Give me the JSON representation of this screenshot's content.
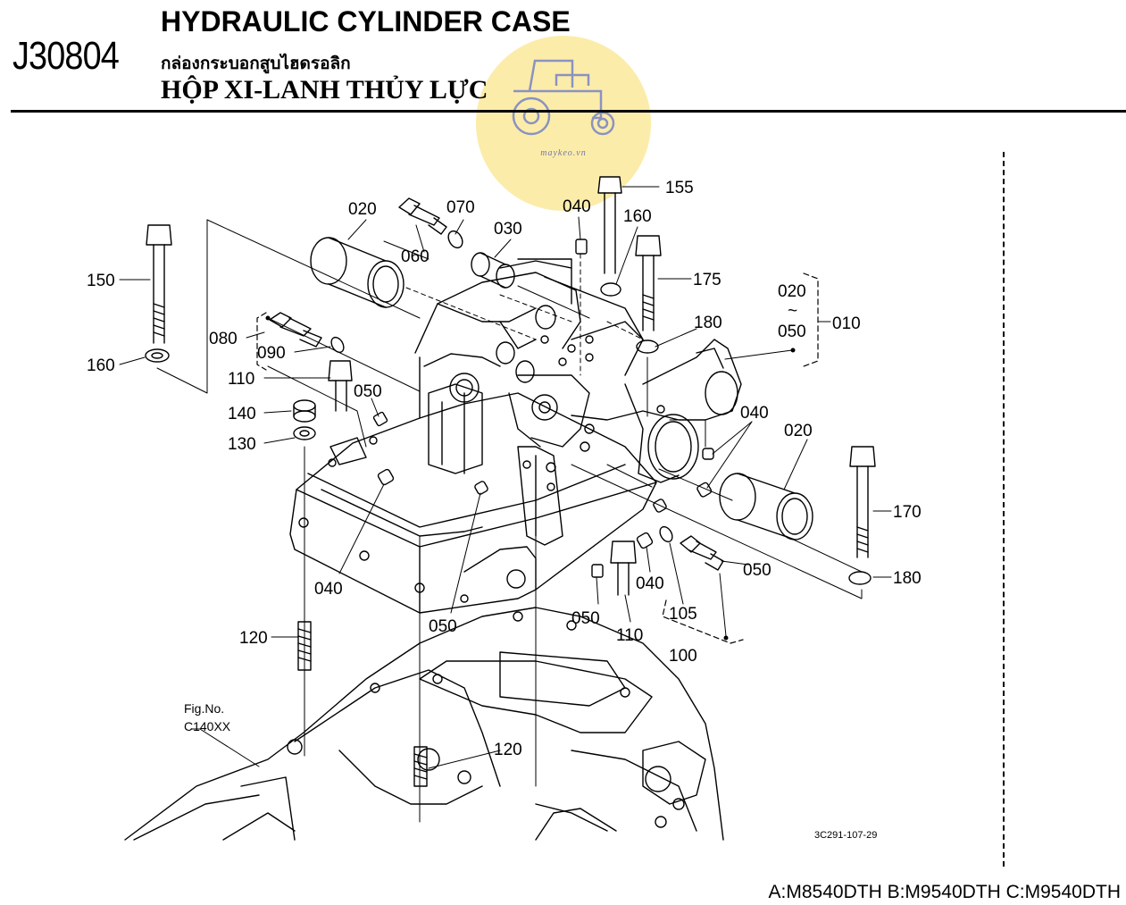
{
  "header": {
    "page_code": "J30804",
    "title_en": "HYDRAULIC CYLINDER CASE",
    "title_th": "กล่องกระบอกสูบไฮดรอลิก",
    "title_vi": "HỘP XI-LANH THỦY LỰC"
  },
  "watermark": {
    "text": "maykeo.vn",
    "icon": "tractor-icon",
    "color": "#fad964"
  },
  "callouts": {
    "c155": "155",
    "c020a": "020",
    "c070": "070",
    "c040a": "040",
    "c160a": "160",
    "c030": "030",
    "c060": "060",
    "c150": "150",
    "c175": "175",
    "c020r": "020",
    "c050r": "050",
    "c010": "010",
    "c180a": "180",
    "c080": "080",
    "c090": "090",
    "c160b": "160",
    "c110a": "110",
    "c050a": "050",
    "c140": "140",
    "c130": "130",
    "c040b": "040",
    "c020b": "020",
    "c170": "170",
    "c040c": "040",
    "c050b": "050",
    "c040d": "040",
    "c180b": "180",
    "c120a": "120",
    "c050c": "050",
    "c050d": "050",
    "c110b": "110",
    "c105": "105",
    "c100": "100",
    "c120b": "120"
  },
  "fig_ref": {
    "label": "Fig.No.",
    "code": "C140XX"
  },
  "drawing_code": "3C291-107-29",
  "tilde": "~",
  "footer": {
    "models": "A:M8540DTH B:M9540DTH C:M9540DTH"
  }
}
